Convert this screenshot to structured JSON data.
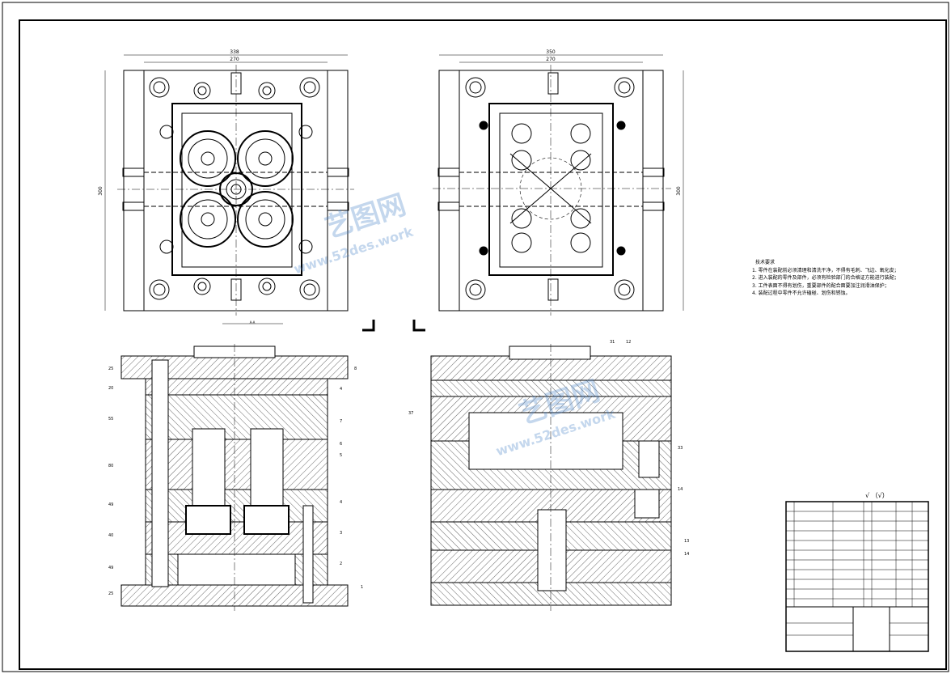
{
  "drawing": {
    "dims": {
      "top_left_outer": "338",
      "top_left_inner": "270",
      "top_left_height": "300",
      "top_right_outer": "350",
      "top_right_inner": "270",
      "top_right_height": "300",
      "left_section_rows": [
        "25",
        "20",
        "55",
        "",
        "80",
        "49",
        "40",
        "49",
        "25"
      ]
    },
    "view_caption": "A-A",
    "part_callouts_left": [
      "8",
      "4",
      "7",
      "6",
      "5",
      "4",
      "3",
      "2",
      "1"
    ],
    "part_callouts_right": [
      "31",
      "12",
      "37",
      "33",
      "14",
      "13",
      "14"
    ]
  },
  "tech_notes": {
    "title": "技术要求",
    "items": [
      "1. 零件在装配前必须清理和清洗干净，不得有毛刺、飞边、氧化皮；",
      "2. 进入装配的零件及部件，必须有检验部门的合格证方能进行装配；",
      "3. 工件表面不得有划伤，重要部件的配合面要加注润滑油保护；",
      "4. 装配过程中零件不允许磕碰、划伤和锈蚀。"
    ]
  },
  "roughness_symbol": "√ （√）",
  "watermark": {
    "brand": "艺图网",
    "url": "www.52des.work"
  },
  "colors": {
    "line": "#000000",
    "watermark": "#5b8fd0"
  }
}
